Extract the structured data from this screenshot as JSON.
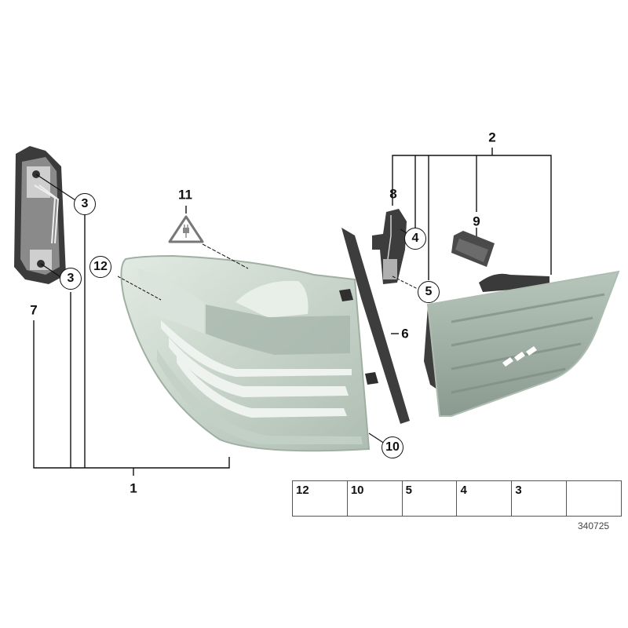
{
  "diagram": {
    "type": "exploded-parts-view",
    "subject": "Tail light assembly (outer + inner lamps)",
    "callouts": [
      {
        "id": "1",
        "label": "1",
        "style": "plain"
      },
      {
        "id": "2",
        "label": "2",
        "style": "plain"
      },
      {
        "id": "3a",
        "label": "3",
        "style": "circled"
      },
      {
        "id": "3b",
        "label": "3",
        "style": "circled"
      },
      {
        "id": "4",
        "label": "4",
        "style": "circled"
      },
      {
        "id": "5",
        "label": "5",
        "style": "circled"
      },
      {
        "id": "6",
        "label": "6",
        "style": "plain"
      },
      {
        "id": "7",
        "label": "7",
        "style": "plain"
      },
      {
        "id": "8",
        "label": "8",
        "style": "plain"
      },
      {
        "id": "9",
        "label": "9",
        "style": "plain"
      },
      {
        "id": "10",
        "label": "10",
        "style": "circled"
      },
      {
        "id": "11",
        "label": "11",
        "style": "plain"
      },
      {
        "id": "12",
        "label": "12",
        "style": "circled"
      }
    ],
    "parts": [
      {
        "id": "outer-lamp",
        "callout": "1",
        "name": "Outer tail light"
      },
      {
        "id": "inner-lamp",
        "callout": "2",
        "name": "Inner tail light"
      },
      {
        "id": "bulb-holder-outer",
        "callout": "7",
        "name": "Bulb holder (outer lamp)"
      },
      {
        "id": "bulb-holder-inner",
        "callout": "8",
        "name": "Bulb holder (inner lamp)"
      },
      {
        "id": "gasket",
        "callout": "6",
        "name": "Seal / bracket strip"
      },
      {
        "id": "plug",
        "callout": "9",
        "name": "Connector plug"
      },
      {
        "id": "warning",
        "callout": "11",
        "name": "Electrical warning symbol"
      }
    ],
    "legend": {
      "items": [
        {
          "label": "12",
          "icon": "expanding-rivet-icon"
        },
        {
          "label": "10",
          "icon": "hex-flange-nut-icon"
        },
        {
          "label": "5",
          "icon": "festoon-bulb-icon"
        },
        {
          "label": "4",
          "icon": "wedge-bulb-icon"
        },
        {
          "label": "3",
          "icon": "bayonet-bulb-icon"
        },
        {
          "label": "",
          "icon": "direction-arrow-icon"
        }
      ]
    },
    "diagram_code": "340725",
    "colors": {
      "lens": "#c9d6cc",
      "lens_dark": "#8f9f95",
      "housing": "#3a3a3a",
      "line": "#111111"
    }
  }
}
